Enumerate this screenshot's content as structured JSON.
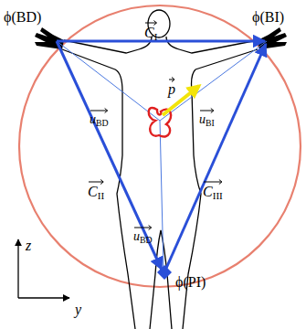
{
  "diagram": {
    "labels": [
      "ϕ(BD)",
      "ϕ(BI)",
      "CI",
      "uBD",
      "uBI",
      "p",
      "CII",
      "CIII",
      "uBD",
      "ϕ(PI)",
      "z",
      "y"
    ]
  }
}
